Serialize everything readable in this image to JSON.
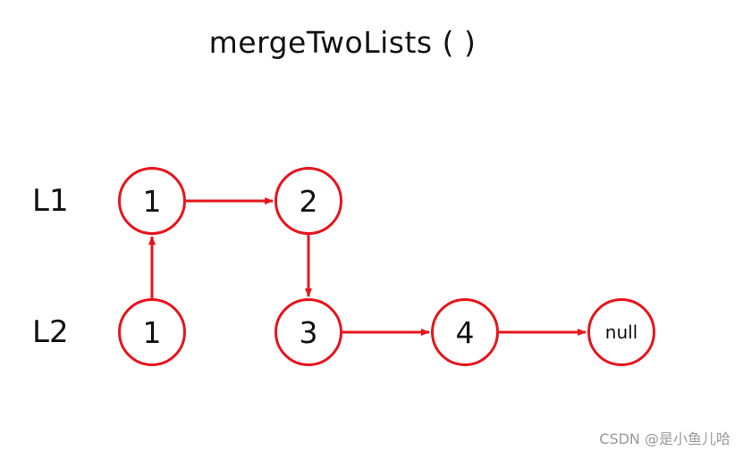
{
  "title": "mergeTwoLists ( )",
  "rows": {
    "l1_label": "L1",
    "l2_label": "L2"
  },
  "nodes": {
    "l1": [
      "1",
      "2"
    ],
    "l2": [
      "1",
      "3",
      "4",
      "null"
    ]
  },
  "colors": {
    "accent": "#e8141c",
    "text": "#111111",
    "watermark": "#9a9a9a"
  },
  "watermark": "CSDN @是小鱼儿哈"
}
